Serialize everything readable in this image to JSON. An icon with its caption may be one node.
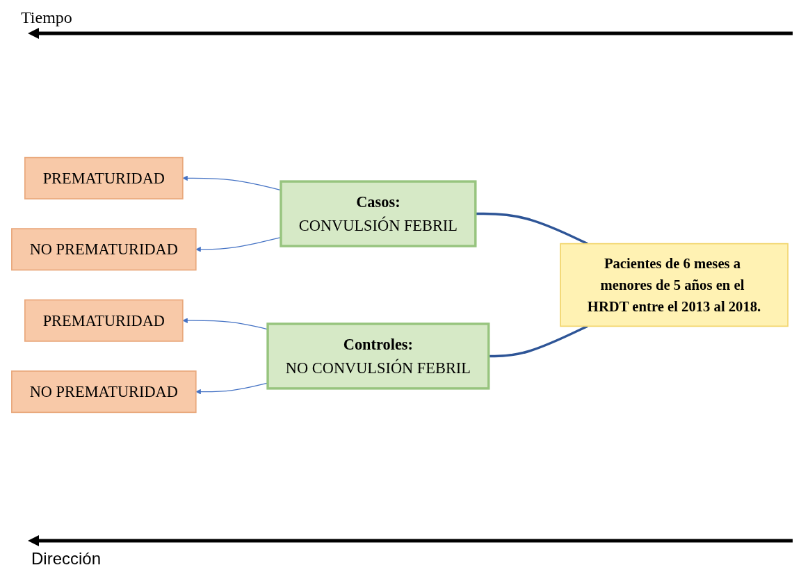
{
  "diagram": {
    "nodes": [
      {
        "text": [
          "PREMATURIDAD"
        ]
      },
      {
        "text": [
          "NO PREMATURIDAD"
        ]
      },
      {
        "text": [
          "Casos:",
          "CONVULSIÓN FEBRIL"
        ]
      },
      {
        "text": [
          "PREMATURIDAD"
        ]
      },
      {
        "text": [
          "NO PREMATURIDAD"
        ]
      },
      {
        "text": [
          "Controles:",
          "NO CONVULSIÓN FEBRIL"
        ]
      },
      {
        "text": [
          "Pacientes de 6 meses a menores de 5 años en el HRDT entre el 2013 al 2018."
        ]
      }
    ],
    "edges": [
      {
        "from": 6,
        "to": 2,
        "arrow": "none",
        "style": "thick",
        "color": "#2e5597"
      },
      {
        "from": 6,
        "to": 5,
        "arrow": "none",
        "style": "thick",
        "color": "#2e5597"
      },
      {
        "from": 2,
        "to": 0,
        "arrow": "to"
      },
      {
        "from": 2,
        "to": 1,
        "arrow": "to"
      },
      {
        "from": 5,
        "to": 3,
        "arrow": "to"
      },
      {
        "from": 5,
        "to": 4,
        "arrow": "to"
      }
    ],
    "labels": [
      "Tiempo",
      "Dirección"
    ]
  }
}
